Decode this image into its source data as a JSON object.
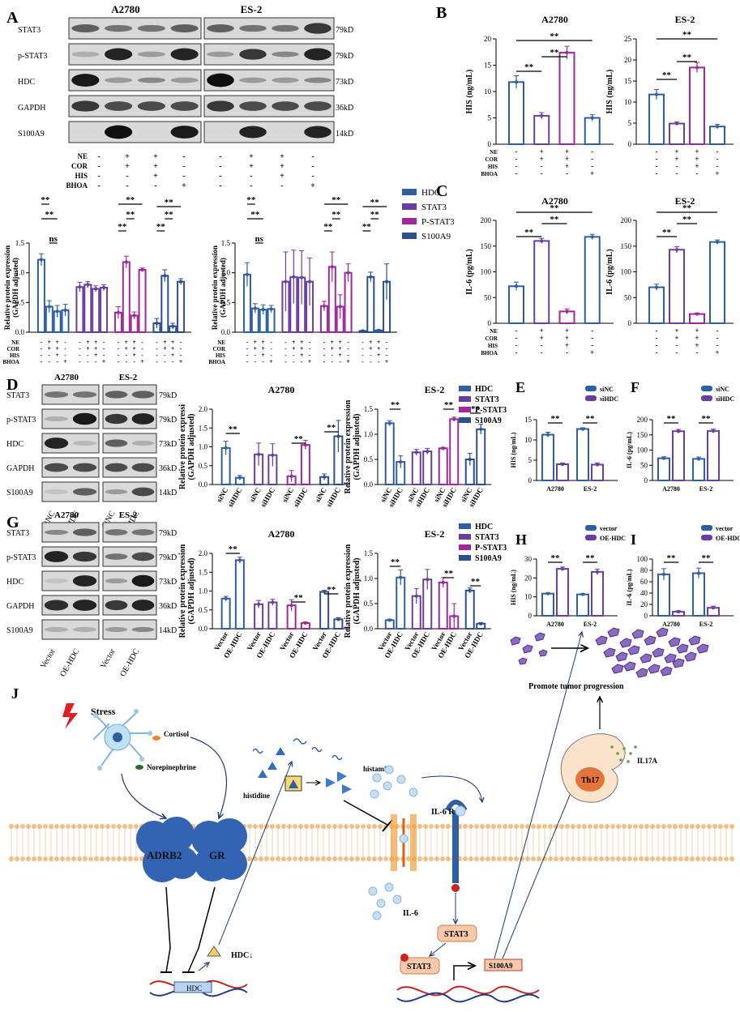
{
  "colors": {
    "blue": "#2e5fa3",
    "purple": "#6a3ea1",
    "magenta": "#a1289a",
    "navy": "#2b4f8f",
    "grey": "#555555"
  },
  "panel_a": {
    "letter": "A",
    "left_title": "A2780",
    "right_title": "ES-2",
    "rows": [
      "STAT3",
      "p-STAT3",
      "HDC",
      "GAPDH",
      "S100A9"
    ],
    "kd": [
      "79kD",
      "79kD",
      "73kD",
      "36kD",
      "14kD"
    ],
    "treat_labels": [
      "NE",
      "COR",
      "HIS",
      "BHOA"
    ],
    "signs": [
      [
        "-",
        "+",
        "+",
        "-"
      ],
      [
        "-",
        "+",
        "+",
        "-"
      ],
      [
        "-",
        "-",
        "+",
        "-"
      ],
      [
        "-",
        "-",
        "-",
        "+"
      ]
    ],
    "ylabel": "Relative protein expression",
    "ylabel2": "(GAPDH adjusted)",
    "legend": [
      "HDC",
      "STAT3",
      "P-STAT3",
      "S100A9"
    ],
    "stars": "**",
    "ns": "ns"
  },
  "panel_b": {
    "letter": "B",
    "left_title": "A2780",
    "right_title": "ES-2",
    "ylabel": "HIS (ng/mL)",
    "treat_labels": [
      "NE",
      "COR",
      "HIS",
      "BHOA"
    ],
    "signs": [
      [
        "-",
        "+",
        "+",
        "-"
      ],
      [
        "-",
        "+",
        "+",
        "-"
      ],
      [
        "-",
        "-",
        "+",
        "-"
      ],
      [
        "-",
        "-",
        "-",
        "+"
      ]
    ],
    "stars": "**"
  },
  "panel_c": {
    "letter": "C",
    "left_title": "A2780",
    "right_title": "ES-2",
    "ylabel": "IL-6 (pg/mL)",
    "treat_labels": [
      "NE",
      "COR",
      "HIS",
      "BHOA"
    ],
    "signs": [
      [
        "-",
        "+",
        "+",
        "-"
      ],
      [
        "-",
        "+",
        "+",
        "-"
      ],
      [
        "-",
        "-",
        "+",
        "-"
      ],
      [
        "-",
        "-",
        "-",
        "+"
      ]
    ],
    "stars": "**"
  },
  "panel_d": {
    "letter": "D",
    "left_title": "A2780",
    "right_title": "ES-2",
    "rows": [
      "STAT3",
      "p-STAT3",
      "HDC",
      "GAPDH",
      "S100A9"
    ],
    "kd": [
      "79kD",
      "79kD",
      "73kD",
      "36kD",
      "14kD"
    ],
    "lanes": [
      "SiNC",
      "SiHDC",
      "SiNC",
      "SiHDC"
    ],
    "chart_left_title": "A2780",
    "chart_right_title": "ES-2",
    "ylabel_left": "Relative protein expressi",
    "ylabel_right": "Relative protein expression",
    "ylabel2": "(GAPDH adjusted)",
    "groups": [
      "siNC",
      "siHDC"
    ],
    "legend": [
      "HDC",
      "STAT3",
      "P-STAT3",
      "S100A9"
    ],
    "stars": "**"
  },
  "panel_e": {
    "letter": "E",
    "ylabel": "HIS (ng/mL)",
    "legend": [
      "siNC",
      "siHDC"
    ],
    "cats": [
      "A2780",
      "ES-2"
    ],
    "stars": "**"
  },
  "panel_f": {
    "letter": "F",
    "ylabel": "IL-6 (pg/mL)",
    "legend": [
      "siNC",
      "siHDC"
    ],
    "cats": [
      "A2780",
      "ES-2"
    ],
    "stars": "**"
  },
  "panel_g": {
    "letter": "G",
    "left_title": "A2780",
    "right_title": "ES-2",
    "rows": [
      "STAT3",
      "p-STAT3",
      "HDC",
      "GAPDH",
      "S100A9"
    ],
    "kd": [
      "79kD",
      "79kD",
      "73kD",
      "36kD",
      "14kD"
    ],
    "lanes": [
      "Vector",
      "OE-HDC",
      "Vector",
      "OE-HDC"
    ],
    "chart_left_title": "A2780",
    "chart_right_title": "ES-2",
    "ylabel": "Relative protein expression",
    "ylabel2": "(GAPDH adjusted)",
    "groups": [
      "Vector",
      "OE-HDC"
    ],
    "legend": [
      "HDC",
      "STAT3",
      "P-STAT3",
      "S100A9"
    ],
    "stars": "**"
  },
  "panel_h": {
    "letter": "H",
    "ylabel": "HIS (ng/mL)",
    "legend": [
      "vector",
      "OE-HDC"
    ],
    "cats": [
      "A2780",
      "ES-2"
    ],
    "stars": "**"
  },
  "panel_i": {
    "letter": "I",
    "ylabel": "IL-6 (pg/mL)",
    "legend": [
      "vector",
      "OE-HDC"
    ],
    "cats": [
      "A2780",
      "ES-2"
    ],
    "stars": "**"
  },
  "panel_j": {
    "letter": "J",
    "stress": "Stress",
    "cortisol": "Cortisol",
    "norepinephrine": "Norepinephrine",
    "adrb2": "ADRB2",
    "gr": "GR",
    "histidine": "histidine",
    "histamine": "histamine",
    "hdc_down": "HDC↓",
    "hdc_gene": "HDC",
    "il6r": "IL-6 R",
    "il6": "IL-6",
    "stat3": "STAT3",
    "stat3_2": "STAT3",
    "s100a9": "S100A9",
    "th17": "Th17",
    "il17a": "IL17A",
    "promote": "Promote tumor progression",
    "p": "P"
  },
  "chart_data": [
    {
      "id": "A-left",
      "type": "bar",
      "title": "",
      "ylabel": "Relative protein expression (GAPDH adjusted)",
      "ylim": [
        0,
        1.5
      ],
      "yticks": [
        0,
        0.5,
        1.0,
        1.5
      ],
      "series": [
        {
          "name": "HDC",
          "values": [
            1.22,
            0.43,
            0.35,
            0.37
          ],
          "err": [
            0.1,
            0.1,
            0.1,
            0.1
          ]
        },
        {
          "name": "STAT3",
          "values": [
            0.76,
            0.8,
            0.73,
            0.75
          ],
          "err": [
            0.08,
            0.05,
            0.05,
            0.05
          ]
        },
        {
          "name": "P-STAT3",
          "values": [
            0.33,
            1.18,
            0.28,
            1.05
          ],
          "err": [
            0.1,
            0.1,
            0.06,
            0.03
          ]
        },
        {
          "name": "S100A9",
          "values": [
            0.15,
            0.95,
            0.1,
            0.85
          ],
          "err": [
            0.08,
            0.1,
            0.05,
            0.05
          ]
        }
      ]
    },
    {
      "id": "A-right",
      "type": "bar",
      "title": "",
      "ylim": [
        0,
        1.5
      ],
      "yticks": [
        0,
        0.5,
        1.0,
        1.5
      ],
      "series": [
        {
          "name": "HDC",
          "values": [
            0.97,
            0.4,
            0.38,
            0.39
          ],
          "err": [
            0.2,
            0.08,
            0.08,
            0.06
          ]
        },
        {
          "name": "STAT3",
          "values": [
            0.85,
            0.93,
            0.92,
            0.85
          ],
          "err": [
            0.5,
            0.45,
            0.45,
            0.4
          ]
        },
        {
          "name": "P-STAT3",
          "values": [
            0.44,
            1.1,
            0.43,
            1.0
          ],
          "err": [
            0.08,
            0.25,
            0.2,
            0.15
          ]
        },
        {
          "name": "S100A9",
          "values": [
            0.02,
            0.93,
            0.03,
            0.85
          ],
          "err": [
            0.01,
            0.08,
            0.01,
            0.3
          ]
        }
      ]
    },
    {
      "id": "B-left",
      "type": "bar",
      "title": "A2780",
      "ylabel": "HIS (ng/mL)",
      "ylim": [
        0,
        20
      ],
      "yticks": [
        0,
        5,
        10,
        15,
        20
      ],
      "values": [
        11.8,
        5.4,
        17.4,
        5.0
      ],
      "err": [
        1.2,
        0.6,
        1.2,
        0.6
      ]
    },
    {
      "id": "B-right",
      "type": "bar",
      "title": "ES-2",
      "ylabel": "HIS (ng/mL)",
      "ylim": [
        0,
        25
      ],
      "yticks": [
        0,
        5,
        10,
        15,
        20,
        25
      ],
      "values": [
        11.8,
        4.9,
        18.2,
        4.2
      ],
      "err": [
        1.2,
        0.4,
        1.2,
        0.5
      ]
    },
    {
      "id": "C-left",
      "type": "bar",
      "title": "A2780",
      "ylabel": "IL-6 (pg/mL)",
      "ylim": [
        0,
        200
      ],
      "yticks": [
        0,
        50,
        100,
        150,
        200
      ],
      "values": [
        72,
        160,
        23,
        168
      ],
      "err": [
        8,
        5,
        5,
        5
      ]
    },
    {
      "id": "C-right",
      "type": "bar",
      "title": "ES-2",
      "ylabel": "IL-6 (pg/mL)",
      "ylim": [
        0,
        200
      ],
      "yticks": [
        0,
        50,
        100,
        150,
        200
      ],
      "values": [
        70,
        143,
        18,
        158
      ],
      "err": [
        6,
        6,
        2,
        4
      ]
    },
    {
      "id": "D-left",
      "type": "bar",
      "title": "A2780",
      "ylim": [
        0,
        2.0
      ],
      "yticks": [
        0,
        0.5,
        1.0,
        1.5,
        2.0
      ],
      "series": [
        {
          "name": "HDC",
          "values": [
            0.97,
            0.18
          ],
          "err": [
            0.18,
            0.06
          ]
        },
        {
          "name": "STAT3",
          "values": [
            0.8,
            0.78
          ],
          "err": [
            0.3,
            0.3
          ]
        },
        {
          "name": "P-STAT3",
          "values": [
            0.22,
            1.05
          ],
          "err": [
            0.15,
            0.12
          ]
        },
        {
          "name": "S100A9",
          "values": [
            0.2,
            1.28
          ],
          "err": [
            0.08,
            0.42
          ]
        }
      ]
    },
    {
      "id": "D-right",
      "type": "bar",
      "title": "ES-2",
      "ylim": [
        0,
        1.5
      ],
      "yticks": [
        0,
        0.5,
        1.0,
        1.5
      ],
      "series": [
        {
          "name": "HDC",
          "values": [
            1.22,
            0.45
          ],
          "err": [
            0.05,
            0.12
          ]
        },
        {
          "name": "STAT3",
          "values": [
            0.64,
            0.66
          ],
          "err": [
            0.06,
            0.06
          ]
        },
        {
          "name": "P-STAT3",
          "values": [
            0.72,
            1.3
          ],
          "err": [
            0.02,
            0.04
          ]
        },
        {
          "name": "S100A9",
          "values": [
            0.5,
            1.1
          ],
          "err": [
            0.12,
            0.1
          ]
        }
      ]
    },
    {
      "id": "E",
      "type": "bar",
      "ylim": [
        0,
        15
      ],
      "yticks": [
        0,
        5,
        10,
        15
      ],
      "categories": [
        "A2780",
        "ES-2"
      ],
      "series": [
        {
          "name": "siNC",
          "values": [
            11.3,
            12.7
          ],
          "err": [
            0.6,
            0.3
          ]
        },
        {
          "name": "siHDC",
          "values": [
            4.0,
            3.9
          ],
          "err": [
            0.3,
            0.4
          ]
        }
      ]
    },
    {
      "id": "F",
      "type": "bar",
      "ylim": [
        0,
        200
      ],
      "yticks": [
        0,
        50,
        100,
        150,
        200
      ],
      "categories": [
        "A2780",
        "ES-2"
      ],
      "series": [
        {
          "name": "siNC",
          "values": [
            73,
            71
          ],
          "err": [
            5,
            6
          ]
        },
        {
          "name": "siHDC",
          "values": [
            162,
            163
          ],
          "err": [
            6,
            6
          ]
        }
      ]
    },
    {
      "id": "G-left",
      "type": "bar",
      "title": "A2780",
      "ylim": [
        0,
        2.0
      ],
      "yticks": [
        0,
        0.5,
        1.0,
        1.5,
        2.0
      ],
      "series": [
        {
          "name": "HDC",
          "values": [
            0.8,
            1.82
          ],
          "err": [
            0.06,
            0.08
          ]
        },
        {
          "name": "STAT3",
          "values": [
            0.65,
            0.7
          ],
          "err": [
            0.1,
            0.08
          ]
        },
        {
          "name": "P-STAT3",
          "values": [
            0.62,
            0.15
          ],
          "err": [
            0.15,
            0.03
          ]
        },
        {
          "name": "S100A9",
          "values": [
            0.98,
            0.25
          ],
          "err": [
            0.04,
            0.04
          ]
        }
      ]
    },
    {
      "id": "G-right",
      "type": "bar",
      "title": "ES-2",
      "ylim": [
        0,
        1.5
      ],
      "yticks": [
        0,
        0.5,
        1.0,
        1.5
      ],
      "series": [
        {
          "name": "HDC",
          "values": [
            0.17,
            1.02
          ],
          "err": [
            0.02,
            0.15
          ]
        },
        {
          "name": "STAT3",
          "values": [
            0.65,
            0.98
          ],
          "err": [
            0.15,
            0.2
          ]
        },
        {
          "name": "P-STAT3",
          "values": [
            0.92,
            0.25
          ],
          "err": [
            0.1,
            0.25
          ]
        },
        {
          "name": "S100A9",
          "values": [
            0.76,
            0.1
          ],
          "err": [
            0.05,
            0.02
          ]
        }
      ]
    },
    {
      "id": "H",
      "type": "bar",
      "ylim": [
        0,
        30
      ],
      "yticks": [
        0,
        10,
        20,
        30
      ],
      "categories": [
        "A2780",
        "ES-2"
      ],
      "series": [
        {
          "name": "vector",
          "values": [
            11.7,
            11.3
          ],
          "err": [
            0.4,
            0.4
          ]
        },
        {
          "name": "OE-HDC",
          "values": [
            24.8,
            23.2
          ],
          "err": [
            1.0,
            1.5
          ]
        }
      ]
    },
    {
      "id": "I",
      "type": "bar",
      "ylim": [
        0,
        100
      ],
      "yticks": [
        0,
        20,
        40,
        60,
        80,
        100
      ],
      "categories": [
        "A2780",
        "ES-2"
      ],
      "series": [
        {
          "name": "vector",
          "values": [
            73,
            75
          ],
          "err": [
            10,
            9
          ]
        },
        {
          "name": "OE-HDC",
          "values": [
            7,
            14
          ],
          "err": [
            2,
            3
          ]
        }
      ]
    }
  ]
}
